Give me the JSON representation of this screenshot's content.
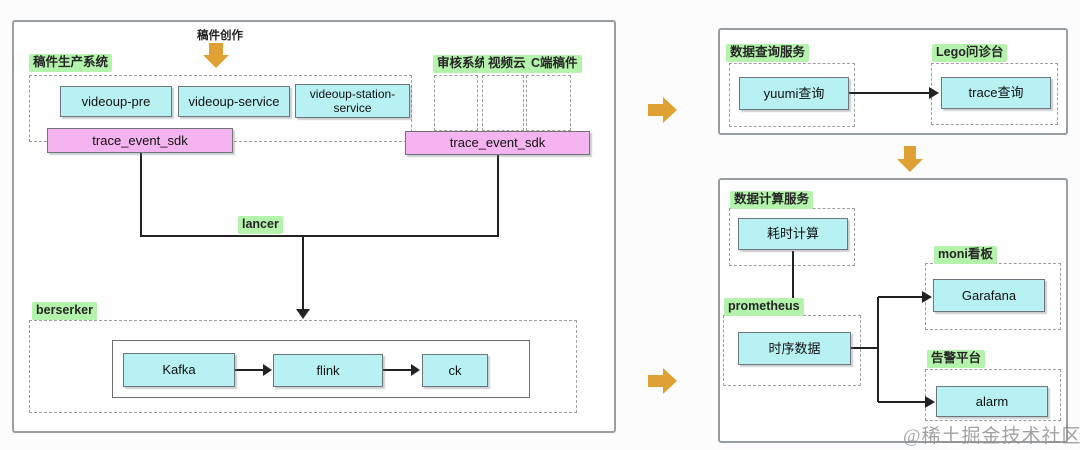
{
  "colors": {
    "cyan_box": "#b7f1f3",
    "pink_box": "#f5b3ef",
    "green_label": "#b4f3ab",
    "orange_arrow": "#dfa134",
    "line_color": "#222222"
  },
  "left_panel": {
    "creation_label": "稿件创作",
    "system_label": "稿件生产系统",
    "services": [
      "videoup-pre",
      "videoup-service",
      "videoup-station-service"
    ],
    "sdk_labels": [
      "trace_event_sdk",
      "trace_event_sdk"
    ],
    "external_labels": [
      "审核系统",
      "视频云",
      "C端稿件"
    ],
    "lancer_label": "lancer",
    "berserker_label": "berserker",
    "pipeline": [
      "Kafka",
      "flink",
      "ck"
    ]
  },
  "query_panel": {
    "service_label": "数据查询服务",
    "lego_label": "Lego问诊台",
    "yuumi_box": "yuumi查询",
    "trace_box": "trace查询"
  },
  "compute_panel": {
    "service_label": "数据计算服务",
    "cost_box": "耗时计算",
    "prometheus_label": "prometheus",
    "timeseries_box": "时序数据",
    "moni_label": "moni看板",
    "grafana_box": "Garafana",
    "alert_label": "告警平台",
    "alarm_box": "alarm"
  },
  "watermark": "@稀土掘金技术社区"
}
